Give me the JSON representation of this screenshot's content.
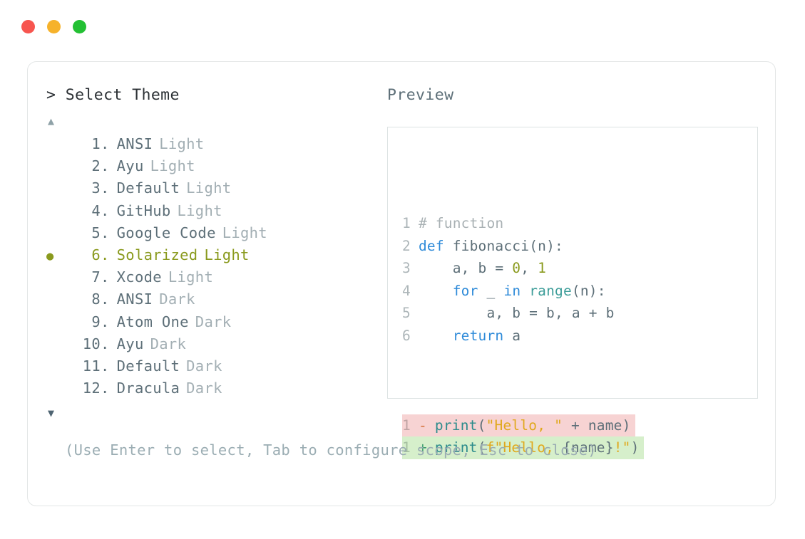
{
  "window": {
    "traffic_lights": [
      {
        "name": "close",
        "color": "#f7554f"
      },
      {
        "name": "minimize",
        "color": "#f6b22b"
      },
      {
        "name": "maximize",
        "color": "#23c033"
      }
    ]
  },
  "picker": {
    "prompt_caret": ">",
    "title": "Select Theme",
    "scroll_up_icon": "▲",
    "scroll_down_icon": "▼",
    "selected_bullet": "●",
    "selected_index": 6,
    "dot_separator": ".",
    "items": [
      {
        "number": "1",
        "name": "ANSI",
        "variant": "Light",
        "selected": false
      },
      {
        "number": "2",
        "name": "Ayu",
        "variant": "Light",
        "selected": false
      },
      {
        "number": "3",
        "name": "Default",
        "variant": "Light",
        "selected": false
      },
      {
        "number": "4",
        "name": "GitHub",
        "variant": "Light",
        "selected": false
      },
      {
        "number": "5",
        "name": "Google Code",
        "variant": "Light",
        "selected": false
      },
      {
        "number": "6",
        "name": "Solarized",
        "variant": "Light",
        "selected": true
      },
      {
        "number": "7",
        "name": "Xcode",
        "variant": "Light",
        "selected": false
      },
      {
        "number": "8",
        "name": "ANSI",
        "variant": "Dark",
        "selected": false
      },
      {
        "number": "9",
        "name": "Atom One",
        "variant": "Dark",
        "selected": false
      },
      {
        "number": "10",
        "name": "Ayu",
        "variant": "Dark",
        "selected": false
      },
      {
        "number": "11",
        "name": "Default",
        "variant": "Dark",
        "selected": false
      },
      {
        "number": "12",
        "name": "Dracula",
        "variant": "Dark",
        "selected": false
      }
    ]
  },
  "preview": {
    "label": "Preview",
    "code_lines": [
      {
        "line_no": "1",
        "tokens": [
          {
            "text": "# function",
            "type": "comment"
          }
        ]
      },
      {
        "line_no": "2",
        "tokens": [
          {
            "text": "def",
            "type": "kw"
          },
          {
            "text": " fibonacci",
            "type": "plain"
          },
          {
            "text": "(n):",
            "type": "op"
          }
        ]
      },
      {
        "line_no": "3",
        "tokens": [
          {
            "text": "    a, b = ",
            "type": "plain"
          },
          {
            "text": "0",
            "type": "num"
          },
          {
            "text": ", ",
            "type": "plain"
          },
          {
            "text": "1",
            "type": "num"
          }
        ]
      },
      {
        "line_no": "4",
        "tokens": [
          {
            "text": "    ",
            "type": "plain"
          },
          {
            "text": "for",
            "type": "kw"
          },
          {
            "text": " _ ",
            "type": "plain"
          },
          {
            "text": "in",
            "type": "kw"
          },
          {
            "text": " ",
            "type": "plain"
          },
          {
            "text": "range",
            "type": "fn"
          },
          {
            "text": "(n):",
            "type": "op"
          }
        ]
      },
      {
        "line_no": "5",
        "tokens": [
          {
            "text": "        a, b = b, a + b",
            "type": "plain"
          }
        ]
      },
      {
        "line_no": "6",
        "tokens": [
          {
            "text": "    ",
            "type": "plain"
          },
          {
            "text": "return",
            "type": "kw"
          },
          {
            "text": " a",
            "type": "plain"
          }
        ]
      }
    ],
    "diff_lines": [
      {
        "line_no": "1",
        "kind": "del",
        "sign": "-",
        "tokens": [
          {
            "text": "print",
            "type": "print"
          },
          {
            "text": "(",
            "type": "op"
          },
          {
            "text": "\"Hello, \"",
            "type": "str"
          },
          {
            "text": " + name)",
            "type": "plain"
          }
        ]
      },
      {
        "line_no": "1",
        "kind": "add",
        "sign": "+",
        "tokens": [
          {
            "text": "print",
            "type": "print"
          },
          {
            "text": "(",
            "type": "op"
          },
          {
            "text": "f",
            "type": "str"
          },
          {
            "text": "\"Hello, ",
            "type": "str"
          },
          {
            "text": "{name}",
            "type": "plain"
          },
          {
            "text": "!\"",
            "type": "str"
          },
          {
            "text": ")",
            "type": "op"
          }
        ]
      }
    ]
  },
  "footer": {
    "hint": "(Use Enter to select, Tab to configure scope, Esc to close)"
  },
  "colors": {
    "selected": "#8a9a1e",
    "text": "#5d6f78",
    "muted": "#a3afb4",
    "keyword": "#2f8bd9",
    "function": "#3d9d99",
    "string": "#e0a81c",
    "diff_del_bg": "#f7d3d3",
    "diff_add_bg": "#d6efcb"
  }
}
